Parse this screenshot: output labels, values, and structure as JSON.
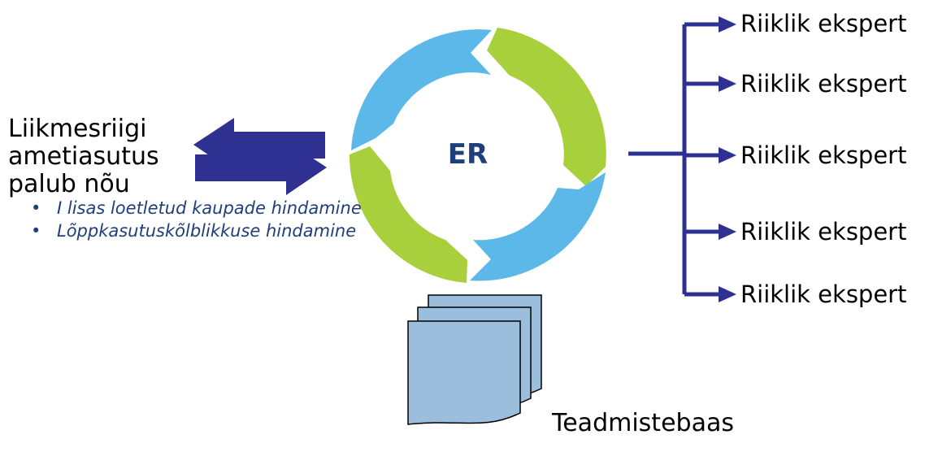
{
  "requester": {
    "lines": [
      "Liikmesriigi",
      "ametiasutus",
      "palub nõu"
    ],
    "items": [
      "I lisas loetletud kaupade hindamine",
      "Lõppkasutuskõlblikkuse hindamine"
    ]
  },
  "center_label": "ER",
  "experts": [
    "Riiklik ekspert",
    "Riiklik ekspert",
    "Riiklik ekspert",
    "Riiklik ekspert",
    "Riiklik ekspert"
  ],
  "knowledge_base": "Teadmistebaas",
  "colors": {
    "cycle_blue": "#5bb8e8",
    "cycle_green": "#a8cf3c",
    "arrow": "#2e3192",
    "document": "#9bbedc",
    "label": "#1f3f7a"
  }
}
